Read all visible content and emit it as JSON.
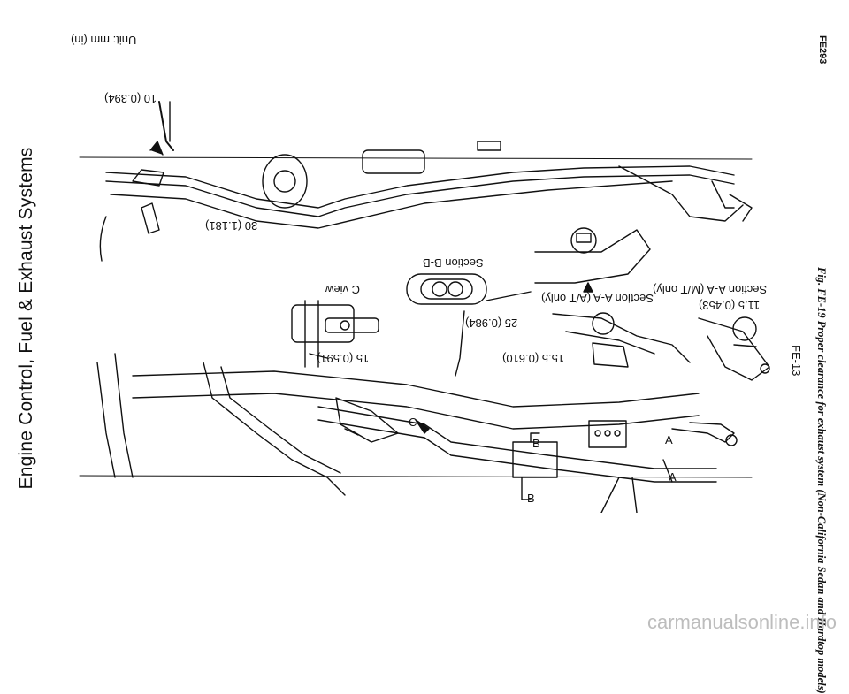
{
  "sidebar": {
    "section_title": "Engine Control, Fuel & Exhaust Systems"
  },
  "diagram": {
    "unit": "Unit: mm (in)",
    "labels": {
      "dim_top": "10 (0.394)",
      "dim_left": "30 (1.181)",
      "section_bb": "Section B-B",
      "c_view": "C view",
      "dim_c": "15 (0.591)",
      "dim_bb": "25 (0.984)",
      "dim_aa_at": "15.5 (0.610)",
      "section_aa_at": "Section A-A (A/T only)",
      "dim_aa_mt": "11.5 (0.453)",
      "section_aa_mt": "Section A-A (M/T only)",
      "marker_c": "C",
      "marker_b_top": "B",
      "marker_b_bottom": "B",
      "marker_a_top": "A",
      "marker_a_bottom": "A"
    }
  },
  "caption": {
    "figure": "Fig. FE-19  Proper clearance for exhaust system (Non-California Sedan and Hardtop models)",
    "code": "FE293",
    "page": "FE-13"
  },
  "watermark": "carmanualsonline.info"
}
